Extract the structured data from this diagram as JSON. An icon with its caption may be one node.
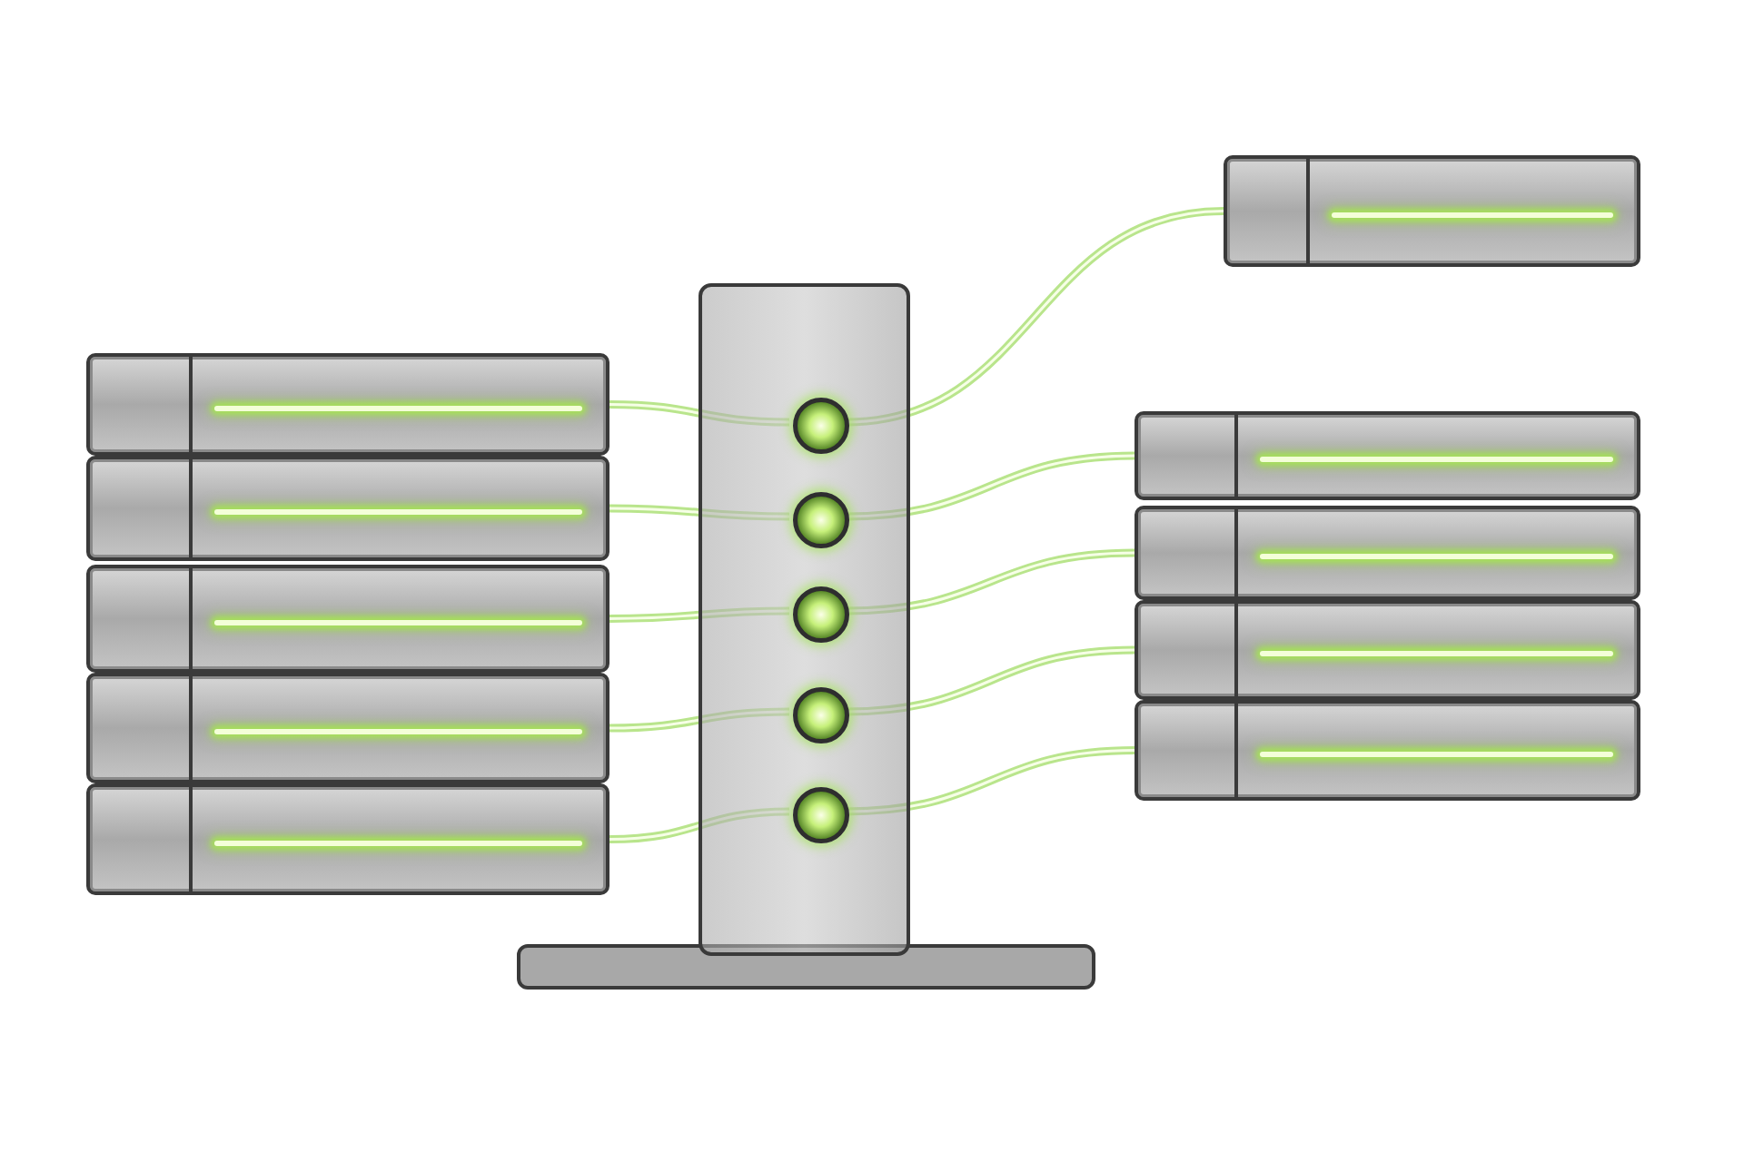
{
  "diagram": {
    "nodes": [
      {
        "text": [],
        "shape": "box"
      },
      {
        "text": [],
        "shape": "box"
      },
      {
        "text": [],
        "shape": "box"
      },
      {
        "text": [],
        "shape": "box"
      },
      {
        "text": [],
        "shape": "box"
      },
      {
        "text": [],
        "shape": "box"
      },
      {
        "text": [],
        "shape": "circle",
        "in": 5
      },
      {
        "text": [],
        "shape": "circle",
        "in": 5
      },
      {
        "text": [],
        "shape": "circle",
        "in": 5
      },
      {
        "text": [],
        "shape": "circle",
        "in": 5
      },
      {
        "text": [],
        "shape": "circle",
        "in": 5
      },
      {
        "text": [],
        "shape": "box"
      },
      {
        "text": [],
        "shape": "box"
      },
      {
        "text": [],
        "shape": "box"
      },
      {
        "text": [],
        "shape": "box"
      },
      {
        "text": [],
        "shape": "box"
      },
      {
        "text": [],
        "shape": "bar"
      }
    ],
    "edges": [
      {
        "from": 0,
        "to": 6,
        "arrow": "none"
      },
      {
        "from": 1,
        "to": 7,
        "arrow": "none"
      },
      {
        "from": 2,
        "to": 8,
        "arrow": "none"
      },
      {
        "from": 3,
        "to": 9,
        "arrow": "none"
      },
      {
        "from": 4,
        "to": 10,
        "arrow": "none"
      },
      {
        "from": 6,
        "to": 11,
        "arrow": "none"
      },
      {
        "from": 7,
        "to": 12,
        "arrow": "none"
      },
      {
        "from": 8,
        "to": 13,
        "arrow": "none"
      },
      {
        "from": 9,
        "to": 14,
        "arrow": "none"
      },
      {
        "from": 10,
        "to": 15,
        "arrow": "none"
      }
    ]
  }
}
